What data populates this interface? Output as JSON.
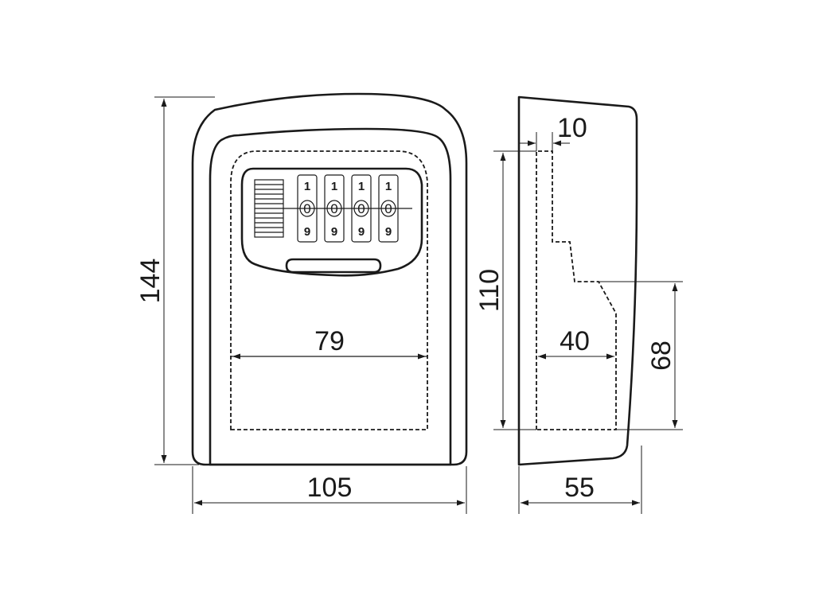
{
  "dimensions": {
    "height_total": "144",
    "width_front": "105",
    "inner_width": "79",
    "depth_total": "55",
    "inner_height": "110",
    "inner_depth": "40",
    "lower_height": "68",
    "wall_thickness": "10"
  },
  "dials": [
    {
      "top": "1",
      "middle": "0",
      "bottom": "9"
    },
    {
      "top": "1",
      "middle": "0",
      "bottom": "9"
    },
    {
      "top": "1",
      "middle": "0",
      "bottom": "9"
    },
    {
      "top": "1",
      "middle": "0",
      "bottom": "9"
    }
  ]
}
